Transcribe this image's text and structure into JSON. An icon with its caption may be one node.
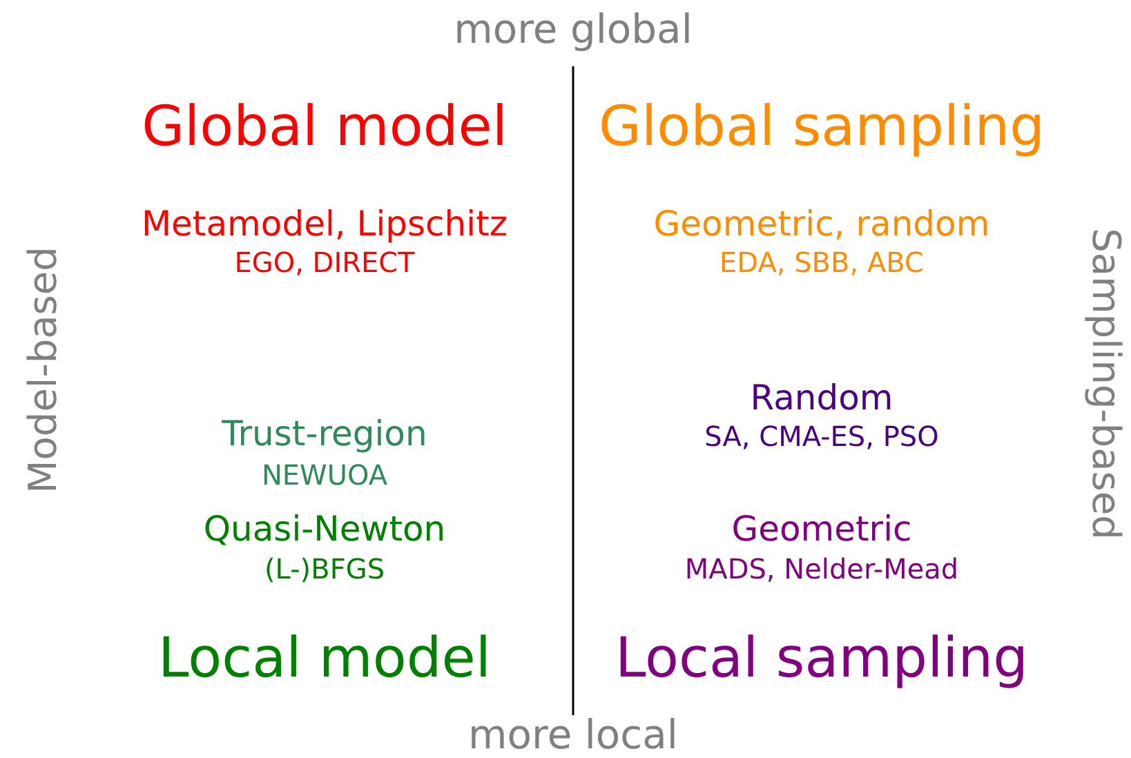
{
  "diagram": {
    "labels": [
      "more global",
      "Global model",
      "Global sampling",
      "Metamodel, Lipschitz",
      "EGO, DIRECT",
      "Geometric, random",
      "EDA, SBB, ABC",
      "Model-based",
      "Sampling-based",
      "Random",
      "SA, CMA-ES, PSO",
      "Trust-region",
      "NEWUOA",
      "Quasi-Newton",
      "Geometric",
      "(L-)BFGS",
      "MADS, Nelder-Mead",
      "Local model",
      "Local sampling",
      "more local"
    ]
  }
}
